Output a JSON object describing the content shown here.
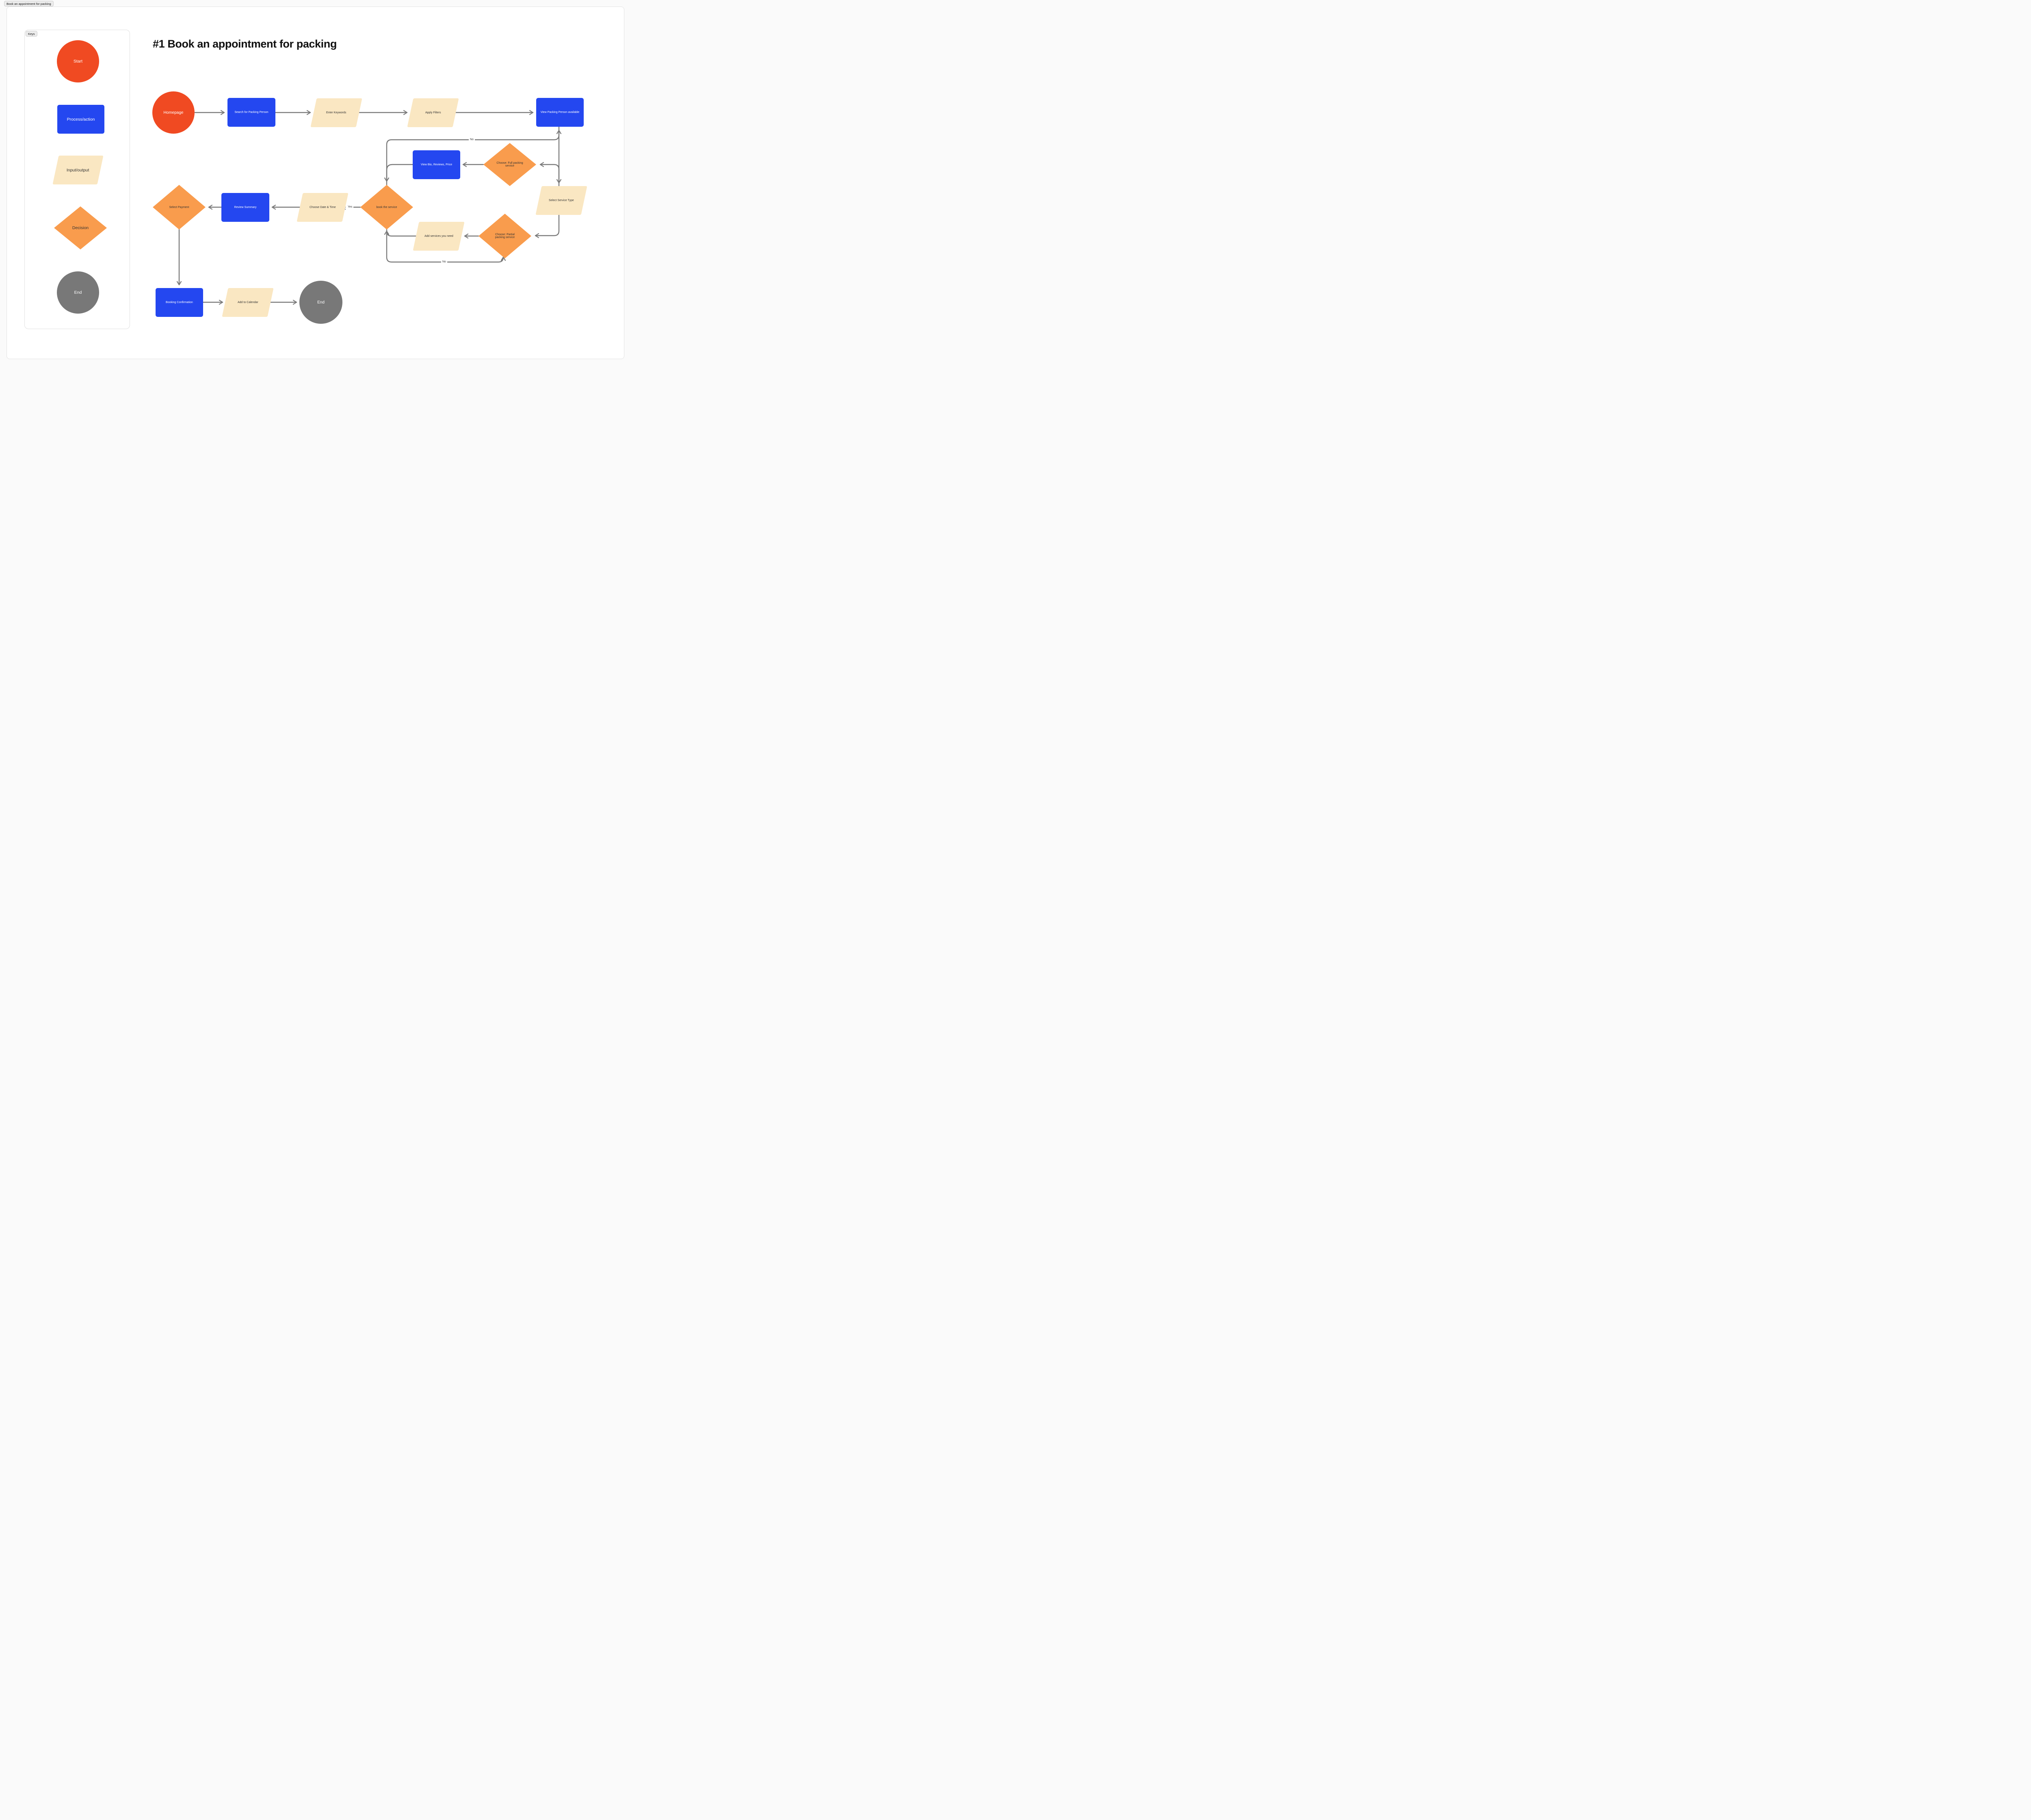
{
  "tab": {
    "label": "Book an appointment for packing"
  },
  "slide": {
    "title": "#1 Book an appointment for packing"
  },
  "keys_panel": {
    "label": "Keys",
    "items": [
      {
        "id": "start",
        "shape": "circle",
        "label": "Start"
      },
      {
        "id": "process",
        "shape": "rectangle",
        "label": "Process/action"
      },
      {
        "id": "io",
        "shape": "parallelogram",
        "label": "Input/output"
      },
      {
        "id": "decision",
        "shape": "diamond",
        "label": "Decision"
      },
      {
        "id": "end",
        "shape": "circle",
        "label": "End"
      }
    ]
  },
  "flow": {
    "nodes": {
      "homepage": {
        "label": "Homepage",
        "type": "start"
      },
      "search": {
        "label": "Search for Packing Person",
        "type": "process"
      },
      "enter_keywords": {
        "label": "Enter Keywords",
        "type": "input-output"
      },
      "apply_filters": {
        "label": "Apply Filters",
        "type": "input-output"
      },
      "view_packing": {
        "label": "View Packing Person available",
        "type": "process"
      },
      "view_bio": {
        "label": "View  Bio, Reviews, Price",
        "type": "process"
      },
      "choose_full": {
        "label": "Choose: Full packing service",
        "type": "decision"
      },
      "select_service": {
        "label": "Select Service Type",
        "type": "input-output"
      },
      "book_service": {
        "label": "book the service",
        "type": "decision"
      },
      "choose_date": {
        "label": "Choose Date & Time",
        "type": "input-output"
      },
      "review_summary": {
        "label": "Review Summary",
        "type": "process"
      },
      "select_payment": {
        "label": "Select Payment",
        "type": "decision"
      },
      "add_services": {
        "label": "Add services you need",
        "type": "input-output"
      },
      "choose_partial": {
        "label": "Choose: Partial packing service",
        "type": "decision"
      },
      "booking_confirmation": {
        "label": "Booking Confirmation",
        "type": "process"
      },
      "add_calendar": {
        "label": "Add to Calendar",
        "type": "input-output"
      },
      "end": {
        "label": "End",
        "type": "end"
      }
    },
    "edge_labels": {
      "yes": "Yes",
      "no_top": "No",
      "no_bottom": "No"
    }
  },
  "colors": {
    "start-red": "#F04A22",
    "process-blue": "#2447F0",
    "io-cream": "#FAE7C2",
    "decision-orange": "#F99C4D",
    "end-gray": "#787878",
    "connector": "#7A7A7A",
    "chip-bg": "#ECECEC",
    "chip-border": "#CDCDCD",
    "panel-border": "#E0E0E0",
    "canvas-border": "#E3E3E3",
    "text-dark": "#333333",
    "title-color": "#111111"
  }
}
